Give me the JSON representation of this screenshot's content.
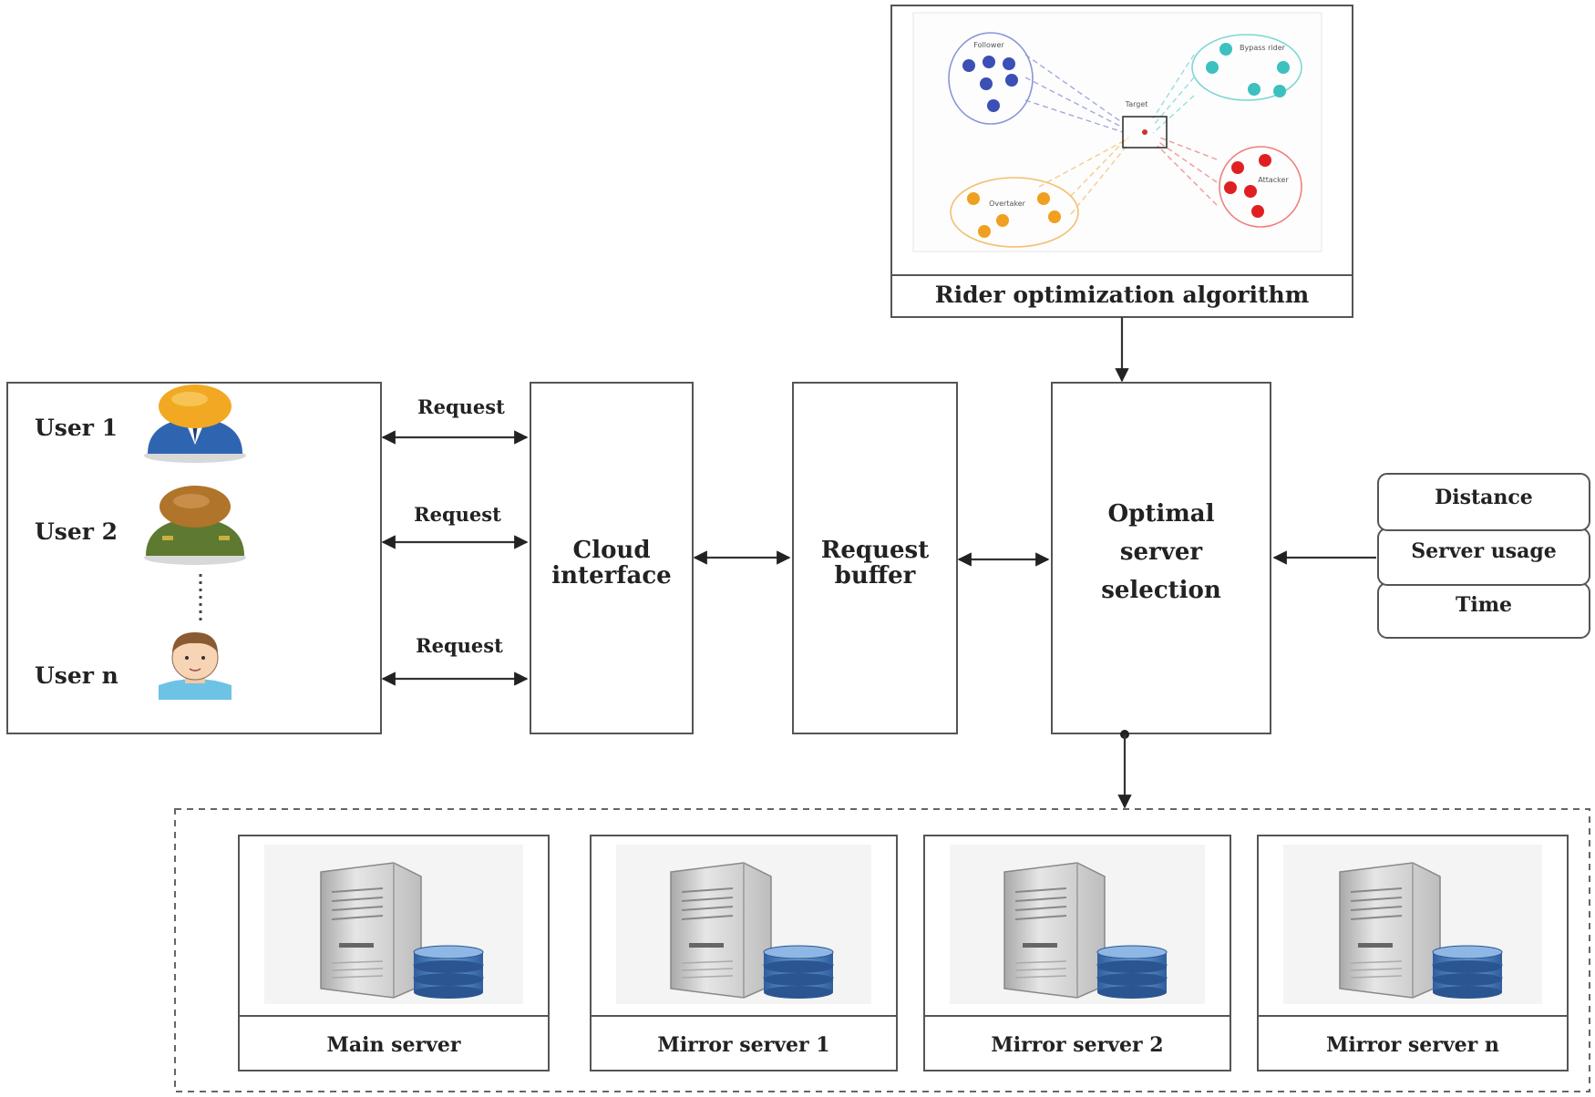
{
  "rider_algorithm": {
    "label": "Rider optimization algorithm",
    "groups": [
      {
        "name": "Follower",
        "color": "#3b4fb5"
      },
      {
        "name": "Bypass rider",
        "color": "#3cc0c0"
      },
      {
        "name": "Overtaker",
        "color": "#f0a020"
      },
      {
        "name": "Attacker",
        "color": "#e02020"
      }
    ],
    "target_label": "Target"
  },
  "users": {
    "items": [
      {
        "label": "User 1",
        "icon": "user-business-icon"
      },
      {
        "label": "User 2",
        "icon": "user-military-icon"
      },
      {
        "label": "User n",
        "icon": "user-casual-icon"
      }
    ]
  },
  "request_labels": [
    "Request",
    "Request",
    "Request"
  ],
  "cloud_interface": {
    "label_line1": "Cloud",
    "label_line2": "interface"
  },
  "request_buffer": {
    "label_line1": "Request",
    "label_line2": "buffer"
  },
  "optimal_selection": {
    "label_line1": "Optimal",
    "label_line2": "server",
    "label_line3": "selection"
  },
  "criteria": [
    "Distance",
    "Server usage",
    "Time"
  ],
  "servers": [
    "Main server",
    "Mirror server 1",
    "Mirror server 2",
    "Mirror server n"
  ],
  "colors": {
    "border": "#555555",
    "db_blue": "#3e6fb0",
    "server_grey": "#c8c8c8"
  }
}
